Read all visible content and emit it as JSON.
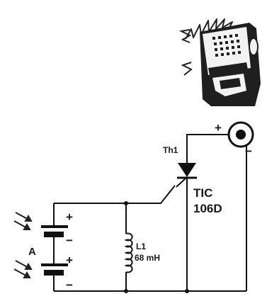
{
  "thyristor": {
    "ref": "Th1",
    "part_line1": "TIC",
    "part_line2": "106D"
  },
  "inductor": {
    "ref": "L1",
    "value": "68 mH"
  },
  "battery_bank": {
    "label": "A"
  },
  "signs": {
    "plus": "+",
    "minus": "−"
  },
  "icons": {
    "radio": "transistor-radio-icon",
    "light": "light-rays-icon",
    "socket": "output-jack-icon"
  }
}
